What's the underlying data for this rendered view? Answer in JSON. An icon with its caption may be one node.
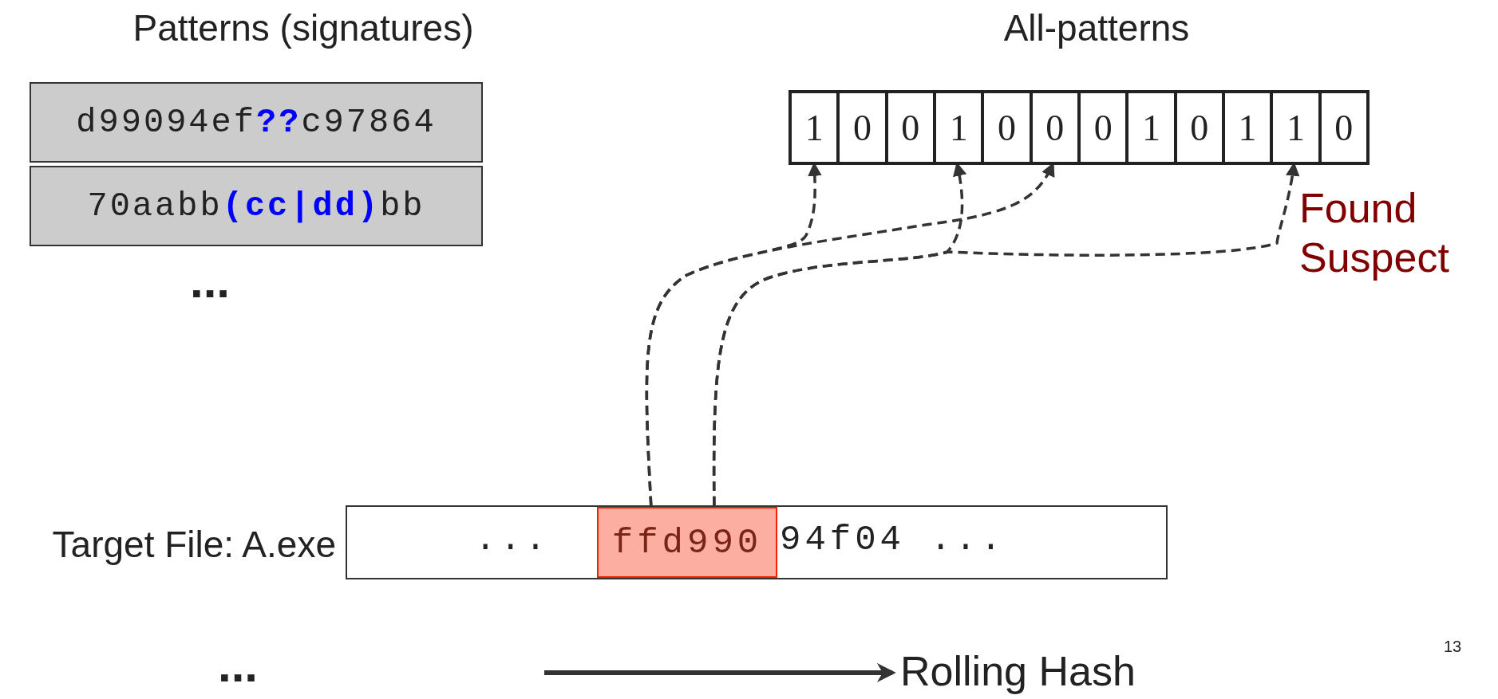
{
  "diagram": {
    "nodes": [
      {
        "text": [
          "d99094ef**??**c97864"
        ]
      },
      {
        "text": [
          "70aabb**(cc|dd)**bb"
        ]
      },
      {
        "text": [],
        "shape": "box"
      },
      {
        "text": [
          "1"
        ],
        "in": 2
      },
      {
        "text": [
          "0"
        ],
        "in": 2
      },
      {
        "text": [
          "0"
        ],
        "in": 2
      },
      {
        "text": [
          "1"
        ],
        "in": 2
      },
      {
        "text": [
          "0"
        ],
        "in": 2
      },
      {
        "text": [
          "0"
        ],
        "in": 2
      },
      {
        "text": [
          "0"
        ],
        "in": 2
      },
      {
        "text": [
          "1"
        ],
        "in": 2
      },
      {
        "text": [
          "0"
        ],
        "in": 2
      },
      {
        "text": [
          "1"
        ],
        "in": 2
      },
      {
        "text": [
          "1"
        ],
        "in": 2
      },
      {
        "text": [
          "0"
        ],
        "in": 2
      },
      {
        "text": [
          "...",
          "94f04 ..."
        ],
        "beside": [
          "Target File: A.exe"
        ]
      },
      {
        "text": [
          "ffd990"
        ],
        "in": 15
      },
      {
        "text": [
          "Rolling Hash"
        ]
      }
    ],
    "edges": [
      {
        "from": 16,
        "to": 3,
        "arrow": "to",
        "style": "dashed"
      },
      {
        "from": 16,
        "to": 8,
        "arrow": "to",
        "style": "dashed"
      },
      {
        "from": 16,
        "to": 6,
        "arrow": "to",
        "style": "dashed"
      },
      {
        "from": 16,
        "to": 13,
        "arrow": "to",
        "style": "dashed"
      },
      {
        "from": null,
        "to": 17,
        "arrow": "to"
      }
    ],
    "labels": [
      "Patterns (signatures)",
      "All-patterns",
      "...",
      "Found Suspect",
      "...",
      "13"
    ]
  }
}
